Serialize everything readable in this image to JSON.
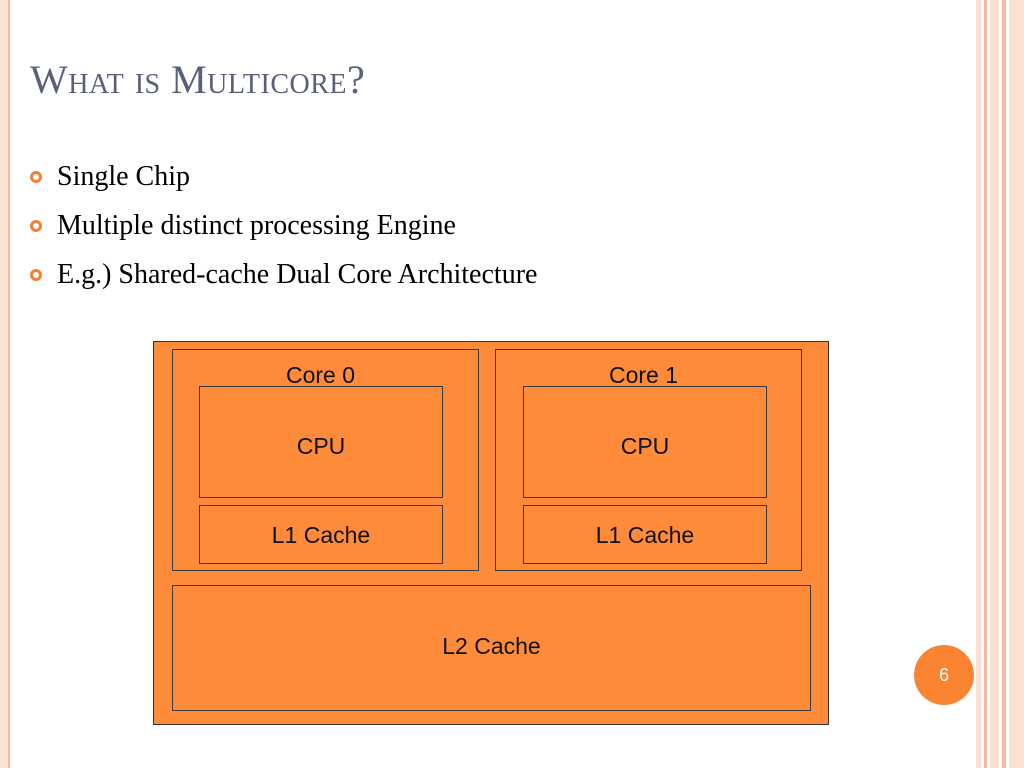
{
  "slide": {
    "title": "What is Multicore?",
    "bullets": [
      "Single Chip",
      "Multiple distinct processing Engine",
      "E.g.) Shared-cache Dual Core Architecture"
    ],
    "page_number": "6"
  },
  "diagram": {
    "cores": [
      {
        "label": "Core 0",
        "cpu_label": "CPU",
        "l1_label": "L1 Cache"
      },
      {
        "label": "Core 1",
        "cpu_label": "CPU",
        "l1_label": "L1 Cache"
      }
    ],
    "l2_label": "L2 Cache"
  },
  "colors": {
    "accent": "#f58030",
    "diagram_fill": "#fd8b3a",
    "title": "#5a5f7a",
    "frame": "#fbe0d4"
  }
}
